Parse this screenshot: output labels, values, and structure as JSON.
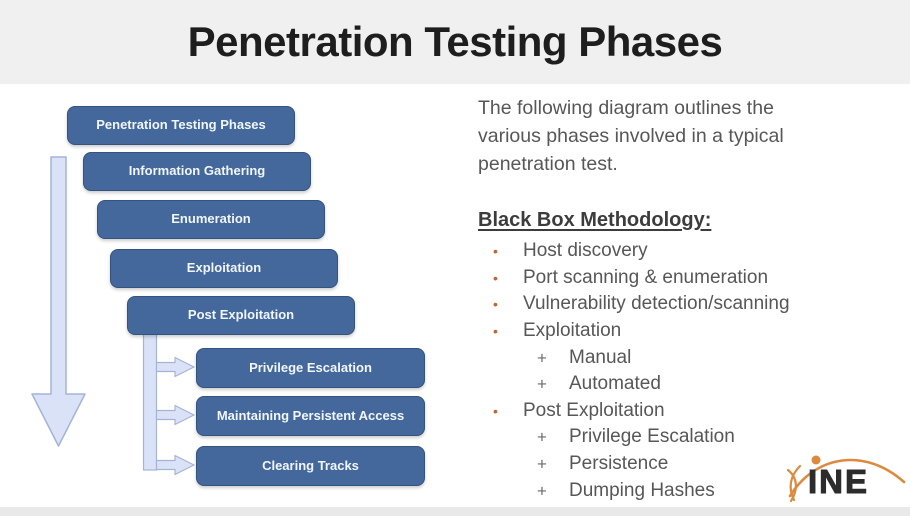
{
  "slide": {
    "title": "Penetration Testing Phases"
  },
  "diagram": {
    "main_phases": [
      "Penetration Testing Phases",
      "Information Gathering",
      "Enumeration",
      "Exploitation",
      "Post Exploitation"
    ],
    "sub_phases": [
      "Privilege Escalation",
      "Maintaining Persistent Access",
      "Clearing Tracks"
    ]
  },
  "intro_lines": [
    "The following diagram outlines the",
    "various phases involved in a typical",
    "penetration test."
  ],
  "methodology": {
    "heading": "Black Box Methodology:",
    "items": [
      {
        "level": 1,
        "marker": "•",
        "label": "Host discovery"
      },
      {
        "level": 1,
        "marker": "•",
        "label": "Port scanning & enumeration"
      },
      {
        "level": 1,
        "marker": "•",
        "label": "Vulnerability detection/scanning"
      },
      {
        "level": 1,
        "marker": "•",
        "label": "Exploitation"
      },
      {
        "level": 2,
        "marker": "+",
        "label": "Manual"
      },
      {
        "level": 2,
        "marker": "+",
        "label": "Automated"
      },
      {
        "level": 1,
        "marker": "•",
        "label": "Post Exploitation"
      },
      {
        "level": 2,
        "marker": "+",
        "label": "Privilege Escalation"
      },
      {
        "level": 2,
        "marker": "+",
        "label": "Persistence"
      },
      {
        "level": 2,
        "marker": "+",
        "label": "Dumping Hashes"
      }
    ]
  },
  "logo": {
    "name": "INE",
    "text": "INE"
  },
  "colors": {
    "header_bg": "#F0F0F0",
    "phase_box": "#44689B",
    "phase_box_text": "#F1F6FC",
    "arrow_fill": "#DAE2F8",
    "arrow_border": "#A6B3D9",
    "bullet_orange": "#C0652F",
    "body_text": "#575757",
    "heading_text": "#3C3C3C",
    "title_text": "#1E1E1E",
    "logo_dark": "#2C2C2C",
    "logo_orange": "#DD8A3E"
  }
}
